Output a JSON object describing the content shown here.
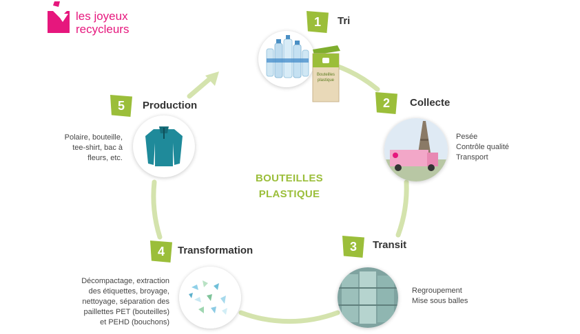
{
  "colors": {
    "accent": "#9bbe3a",
    "ring": "#d4e3ad",
    "brand": "#e6177d",
    "title_text": "#333333"
  },
  "logo": {
    "line1": "les joyeux",
    "line2": "recycleurs",
    "color": "#e6177d"
  },
  "center": {
    "line1": "BOUTEILLES",
    "line2": "PLASTIQUE"
  },
  "steps": [
    {
      "number": "1",
      "title": "Tri",
      "lines": [],
      "bin_label_1": "Bouteilles",
      "bin_label_2": "plastique"
    },
    {
      "number": "2",
      "title": "Collecte",
      "lines": [
        "Pesée",
        "Contrôle qualité",
        "Transport"
      ]
    },
    {
      "number": "3",
      "title": "Transit",
      "lines": [
        "Regroupement",
        "Mise sous balles"
      ]
    },
    {
      "number": "4",
      "title": "Transformation",
      "lines": [
        "Décompactage, extraction",
        "des étiquettes, broyage,",
        "nettoyage, séparation des",
        "paillettes PET (bouteilles)",
        "et PEHD (bouchons)"
      ]
    },
    {
      "number": "5",
      "title": "Production",
      "lines": [
        "Polaire, bouteille,",
        "tee-shirt, bac à",
        "fleurs, etc."
      ]
    }
  ]
}
